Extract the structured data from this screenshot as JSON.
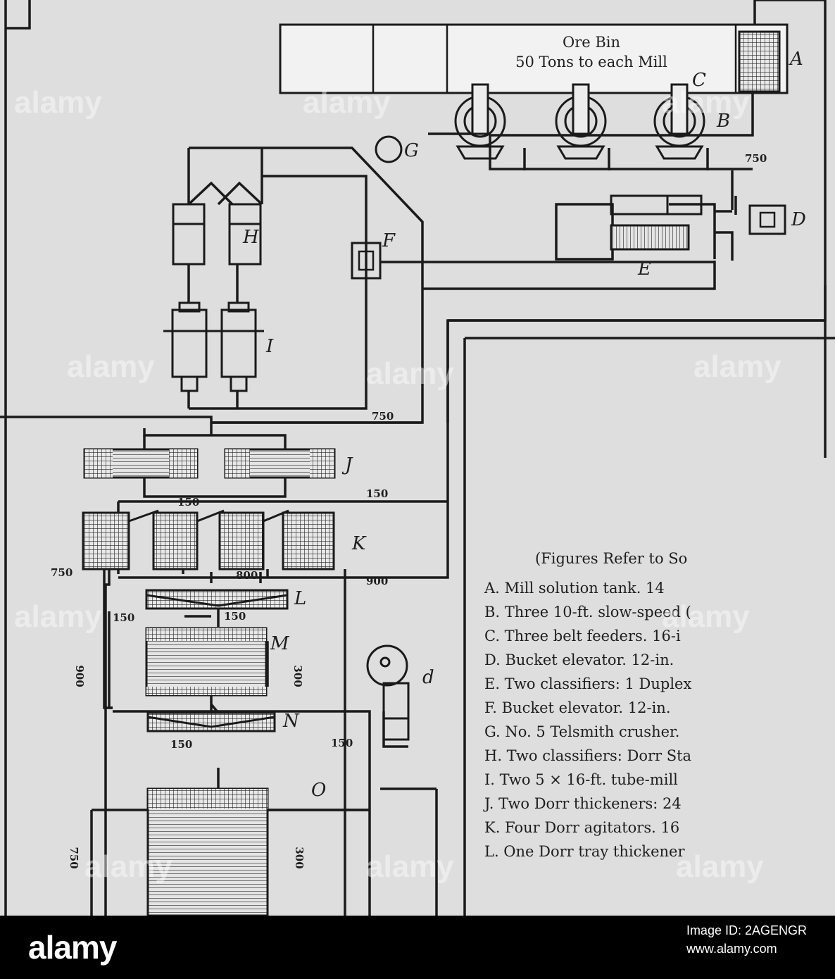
{
  "ore_bin": {
    "title": "Ore Bin",
    "subtitle": "50 Tons to each Mill"
  },
  "equipment_letters": {
    "A": "A",
    "B": "B",
    "C": "C",
    "D": "D",
    "E": "E",
    "F": "F",
    "G": "G",
    "H": "H",
    "I": "I",
    "J": "J",
    "K": "K",
    "L": "L",
    "M": "M",
    "N": "N",
    "O": "O",
    "d": "d"
  },
  "flow_numbers": {
    "n750_top": "750",
    "n750_mid": "750",
    "n150_right": "150",
    "n150_tray": "150",
    "n750_left": "750",
    "n800": "800",
    "n900_right": "900",
    "n150_L": "150",
    "n150_arrow": "150",
    "n900_vert": "900",
    "n300_M": "300",
    "n150_N": "150",
    "n150_O": "150",
    "n750_vert": "750",
    "n300_O": "300"
  },
  "legend": {
    "heading": "(Figures Refer to So",
    "items": [
      "A. Mill solution tank.  14 ",
      "B. Three 10-ft. slow-speed (",
      "C. Three belt feeders.  16-i",
      "D. Bucket elevator.  12-in.",
      "E. Two classifiers: 1 Duplex",
      "F. Bucket elevator.  12-in.",
      "G. No. 5 Telsmith crusher.",
      "H. Two classifiers: Dorr Sta",
      "I. Two 5 × 16-ft. tube-mill",
      "J. Two Dorr thickeners: 24",
      "K. Four Dorr agitators.  16",
      "L. One Dorr tray thickener"
    ]
  },
  "watermark": "alamy",
  "footer": {
    "logo": "alamy",
    "image_id_label": "Image ID: 2AGENGR",
    "site": "www.alamy.com"
  }
}
